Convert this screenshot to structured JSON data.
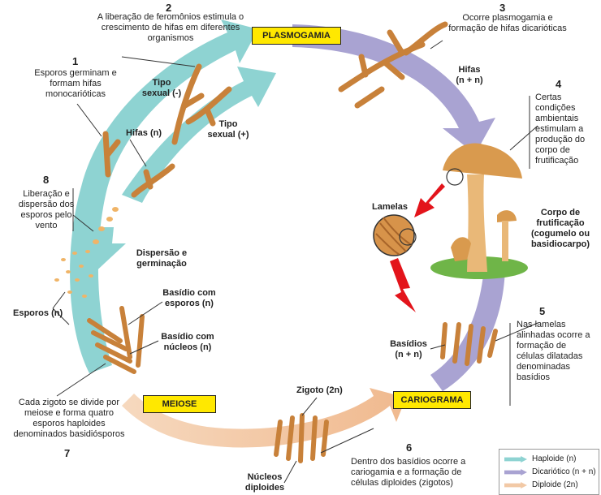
{
  "stages": {
    "plasmogamia": "PLASMOGAMIA",
    "cariograma": "CARIOGRAMA",
    "meiose": "MEIOSE"
  },
  "steps": {
    "s1": {
      "num": "1",
      "text": "Esporos germinam e formam hifas monocarióticas"
    },
    "s2": {
      "num": "2",
      "text": "A liberação de feromônios estimula o crescimento de hifas em diferentes organismos"
    },
    "s3": {
      "num": "3",
      "text": "Ocorre plasmogamia e formação de hifas dicarióticas"
    },
    "s4": {
      "num": "4",
      "text": "Certas condições ambientais estimulam a produção do corpo de frutificação"
    },
    "s5": {
      "num": "5",
      "text": "Nas lamelas alinhadas ocorre a formação de células dilatadas denominadas basídios"
    },
    "s6": {
      "num": "6",
      "text": "Dentro dos basídios ocorre a cariogamia e a formação de células diploides (zigotos)"
    },
    "s7": {
      "num": "7",
      "text": "Cada zigoto se divide por meiose e forma quatro esporos haploides denominados basidiósporos"
    },
    "s8": {
      "num": "8",
      "text": "Liberação e dispersão dos esporos pelo vento"
    }
  },
  "labels": {
    "tipo_sexual_neg": "Tipo sexual (-)",
    "tipo_sexual_pos": "Tipo sexual (+)",
    "hifas_n": "Hifas (n)",
    "hifas_nn": "Hifas (n + n)",
    "lamelas": "Lamelas",
    "corpo": "Corpo de frutificação (cogumelo ou basidiocarpo)",
    "basidios": "Basídios (n + n)",
    "zigoto": "Zigoto (2n)",
    "nucleos": "Núcleos diploides",
    "basidio_esporos": "Basídio com esporos (n)",
    "basidio_nucleos": "Basídio com núcleos (n)",
    "esporos": "Esporos (n)",
    "dispersao": "Dispersão e germinação"
  },
  "legend": [
    {
      "label": "Haploide (n)",
      "color": "#8ed3d2"
    },
    {
      "label": "Dicariótico (n + n)",
      "color": "#a9a3d2"
    },
    {
      "label": "Diploide (2n)",
      "color": "#f2c9a6"
    }
  ]
}
